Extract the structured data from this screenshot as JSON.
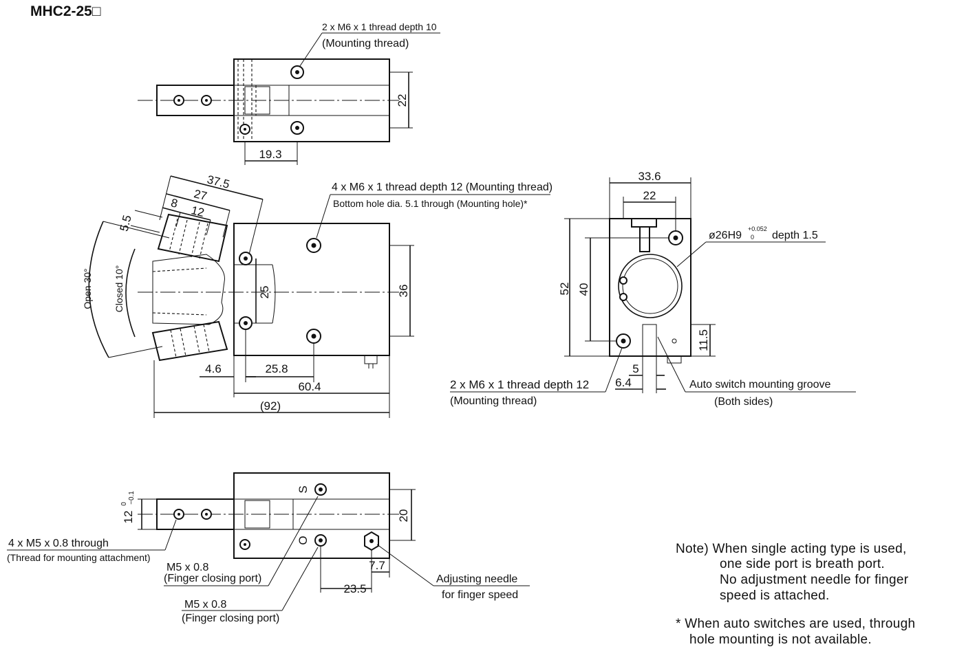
{
  "title": "MHC2-25□",
  "top_view": {
    "callout_line1": "2 x M6 x 1 thread depth 10",
    "callout_line2": "(Mounting thread)",
    "dim_height": "22",
    "dim_width": "19.3"
  },
  "front_view": {
    "callout_line1": "4 x M6 x 1 thread depth 12 (Mounting thread)",
    "callout_line2": "Bottom hole dia. 5.1 through (Mounting hole)*",
    "dim_37_5": "37.5",
    "dim_27": "27",
    "dim_8": "8",
    "dim_12": "12",
    "dim_5_5": "5.5",
    "angle_open": "Open 30°",
    "angle_closed": "Closed 10°",
    "dim_25": "25",
    "dim_36": "36",
    "dim_4_6": "4.6",
    "dim_25_8": "25.8",
    "dim_60_4": "60.4",
    "dim_92": "(92)"
  },
  "side_view": {
    "dim_33_6": "33.6",
    "dim_22": "22",
    "bore_prefix": "ø26H9",
    "bore_tol_upper": "+0.052",
    "bore_tol_lower": "0",
    "bore_suffix": "depth 1.5",
    "dim_52": "52",
    "dim_40": "40",
    "dim_11_5": "11.5",
    "dim_5": "5",
    "dim_6_4": "6.4",
    "callout_left_line1": "2 x M6 x 1 thread depth 12",
    "callout_left_line2": "(Mounting thread)",
    "callout_right_line1": "Auto switch mounting groove",
    "callout_right_line2": "(Both sides)"
  },
  "bottom_view": {
    "dim_12_tol": "12",
    "dim_12_upper": "0",
    "dim_12_lower": "−0.1",
    "port_s": "S",
    "port_o": "O",
    "dim_20": "20",
    "dim_7_7": "7.7",
    "dim_23_5": "23.5",
    "callout_attach_line1": "4 x M5 x 0.8 through",
    "callout_attach_line2": "(Thread for mounting attachment)",
    "callout_port1_line1": "M5 x 0.8",
    "callout_port1_line2": "(Finger closing port)",
    "callout_port2_line1": "M5 x 0.8",
    "callout_port2_line2": "(Finger closing port)",
    "callout_needle_line1": "Adjusting needle",
    "callout_needle_line2": "for finger speed"
  },
  "notes": {
    "note_line1": "Note) When single acting type is used,",
    "note_line2": "one side port is breath port.",
    "note_line3": "No adjustment needle for finger",
    "note_line4": "speed is attached.",
    "footnote_line1": "* When auto switches are used, through",
    "footnote_line2": "hole mounting is not available."
  }
}
